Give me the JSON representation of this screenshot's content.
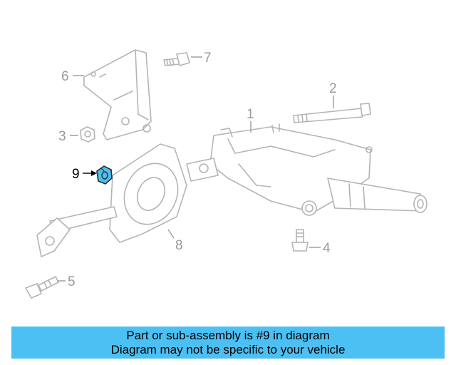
{
  "callouts": {
    "c1": "1",
    "c2": "2",
    "c3": "3",
    "c4": "4",
    "c5": "5",
    "c6": "6",
    "c7": "7",
    "c8": "8",
    "c9": "9"
  },
  "highlight_color": "#4cc0f3",
  "banner": {
    "line1": "Part or sub-assembly is #9 in diagram",
    "line2": "Diagram may not be specific to your vehicle"
  }
}
